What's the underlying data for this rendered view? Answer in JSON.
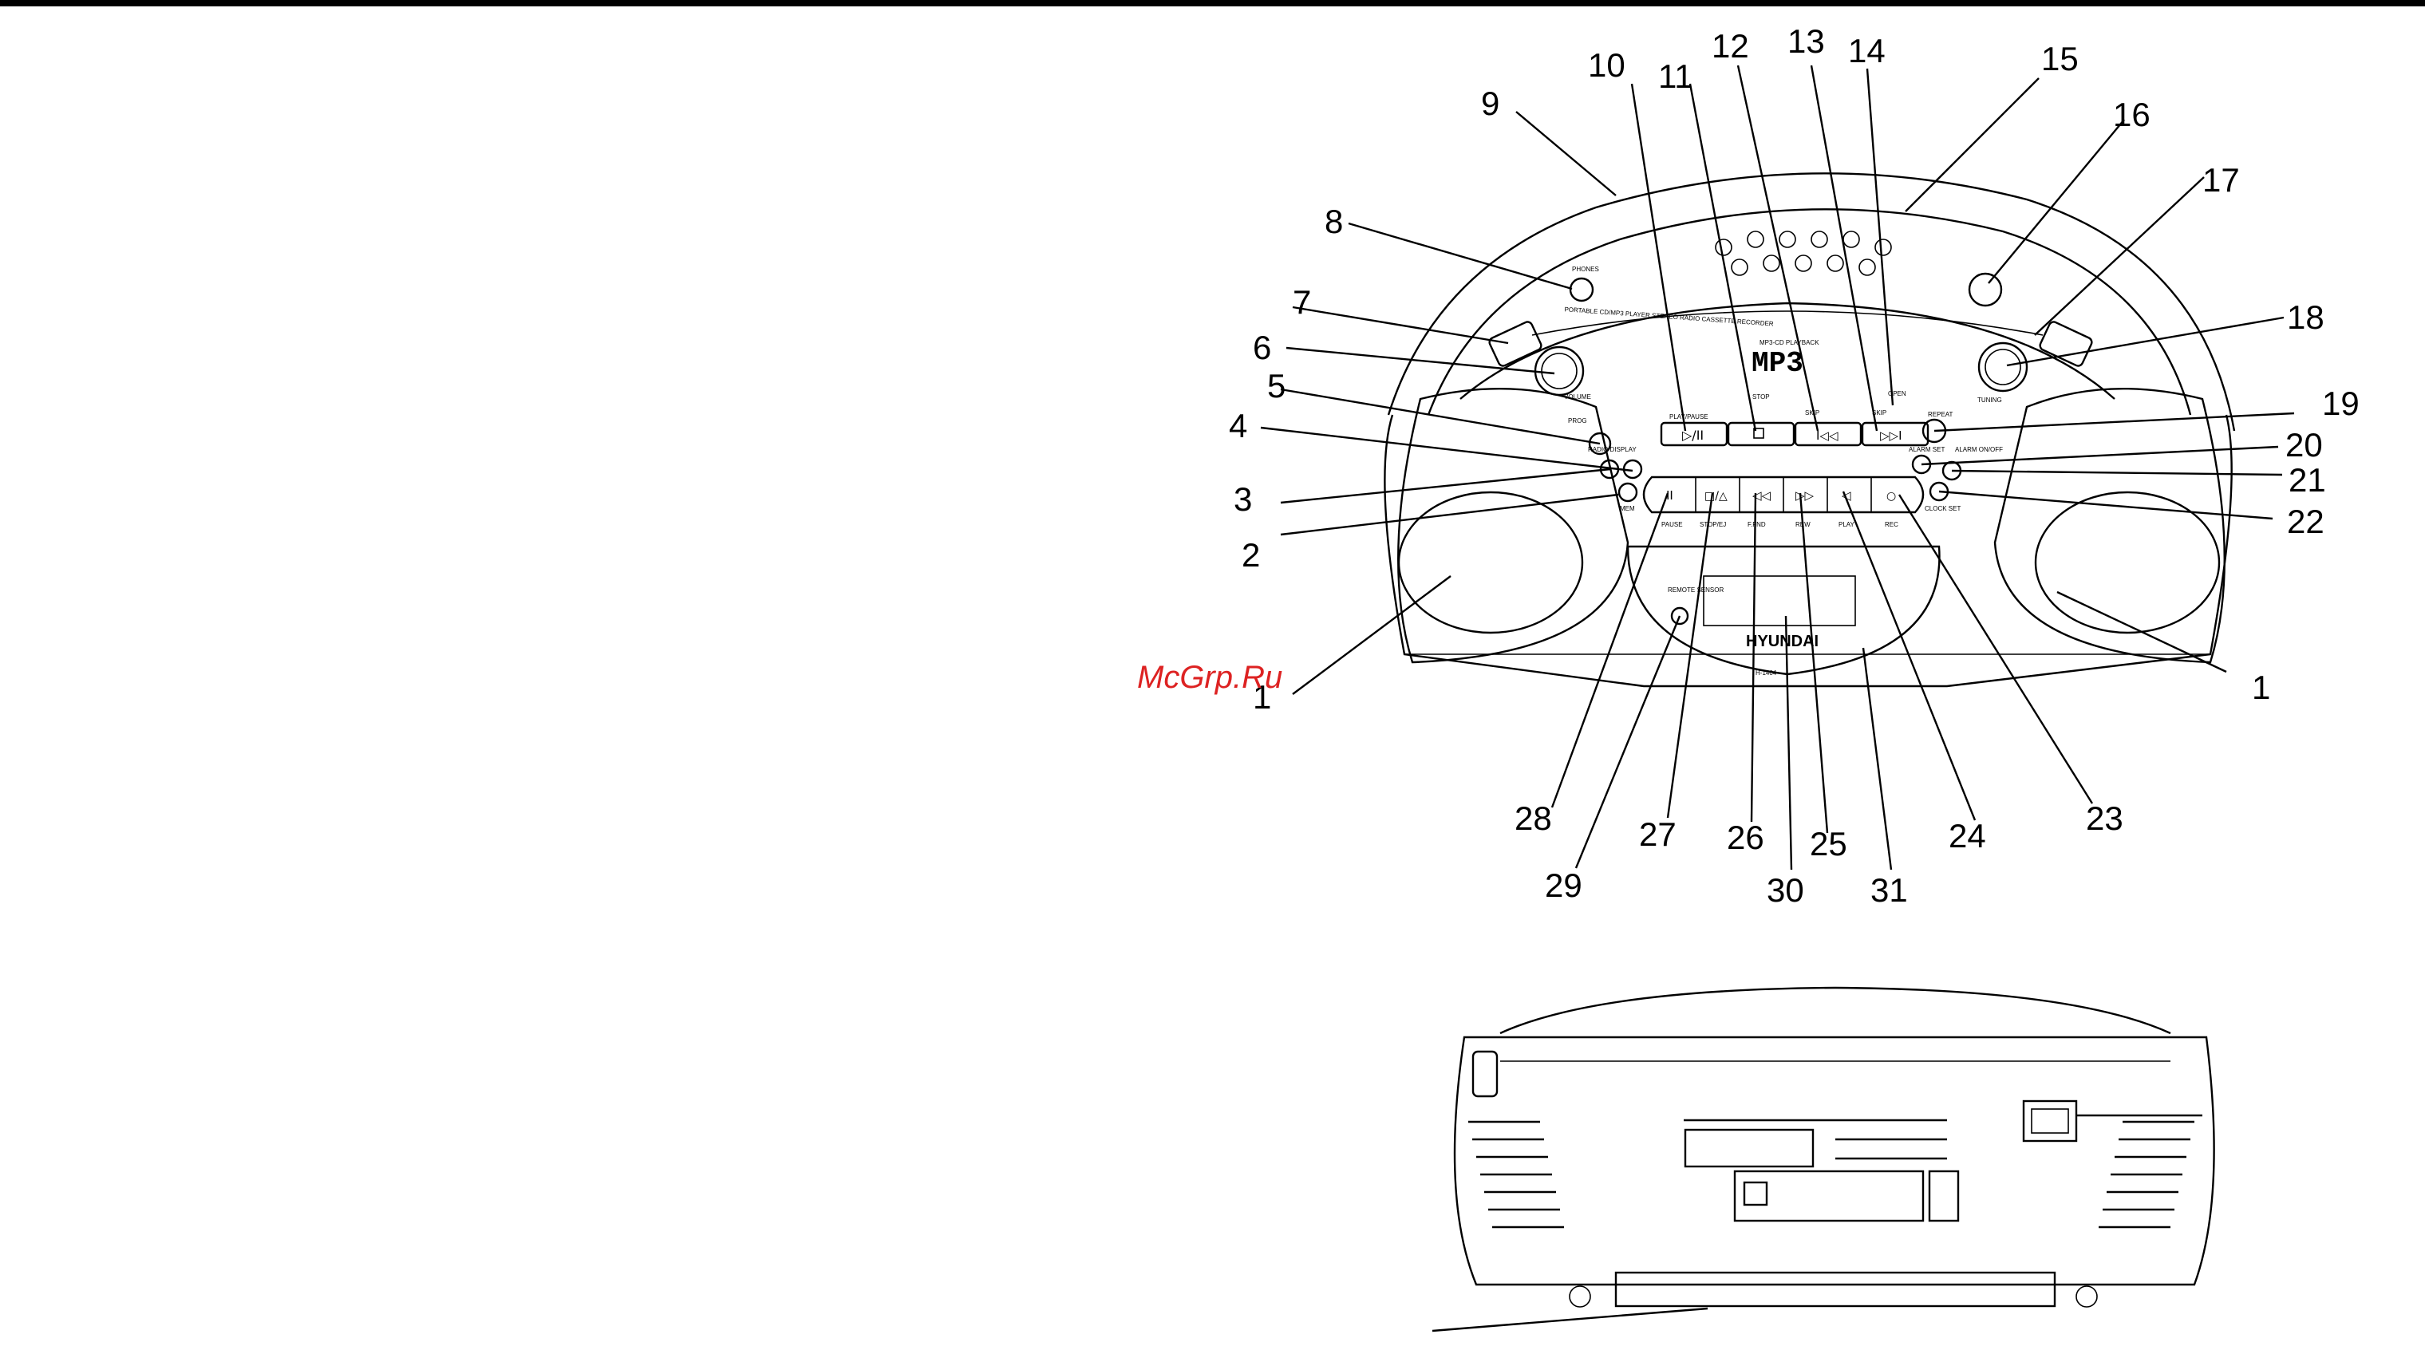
{
  "watermark": "McGrp.Ru",
  "device": {
    "brand": "HYUNDAI",
    "model": "H-1404",
    "display_logo": "MP3",
    "top_caption": "MP3-CD PLAYBACK",
    "band_text": "PORTABLE CD/MP3 PLAYER STEREO RADIO CASSETTE RECORDER"
  },
  "labels": {
    "play_pause": "PLAY/PAUSE",
    "stop": "STOP",
    "skip_back": "SKIP",
    "skip_fwd": "SKIP",
    "open": "OPEN",
    "phones": "PHONES",
    "volume": "VOLUME",
    "tuning": "TUNING",
    "prog": "PROG",
    "radio_display": "RADIO DISPLAY",
    "mem": "MEM",
    "repeat": "REPEAT",
    "alarm_set": "ALARM SET",
    "alarm_on_off": "ALARM ON/OFF",
    "clock_set": "CLOCK SET",
    "remote_sensor": "REMOTE SENSOR",
    "pause": "PAUSE",
    "stop_eject": "STOP/EJ",
    "f_find": "F.FND",
    "rew": "REW",
    "play": "PLAY",
    "rec": "REC"
  },
  "callouts": [
    "1",
    "2",
    "3",
    "4",
    "5",
    "6",
    "7",
    "8",
    "9",
    "10",
    "11",
    "12",
    "13",
    "14",
    "15",
    "16",
    "17",
    "18",
    "19",
    "20",
    "21",
    "22",
    "23",
    "24",
    "25",
    "26",
    "27",
    "28",
    "29",
    "30",
    "31"
  ]
}
